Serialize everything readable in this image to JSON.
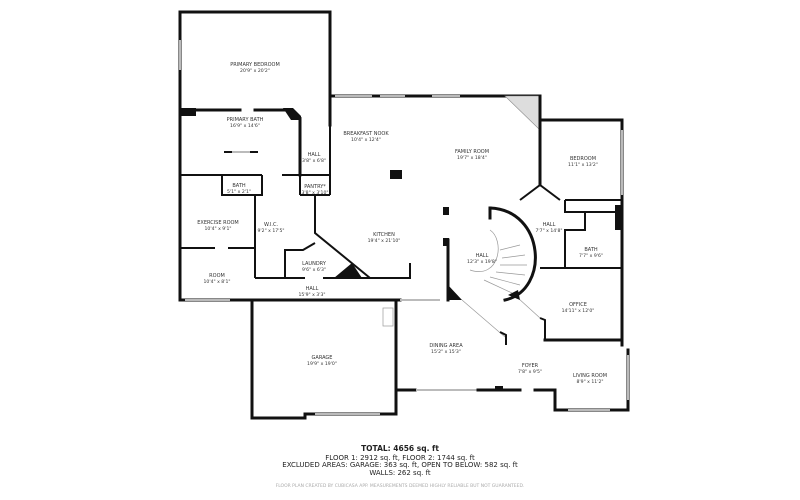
{
  "rooms": {
    "primary_bedroom": {
      "name": "PRIMARY BEDROOM",
      "dims": "20'9\" x 20'2\""
    },
    "primary_bath": {
      "name": "PRIMARY BATH",
      "dims": "16'9\" x 14'6\""
    },
    "hall_upper": {
      "name": "HALL",
      "dims": "3'8\" x 6'8\""
    },
    "breakfast_nook": {
      "name": "BREAKFAST NOOK",
      "dims": "10'4\" x 12'4\""
    },
    "family_room": {
      "name": "FAMILY ROOM",
      "dims": "19'7\" x 18'4\""
    },
    "bedroom": {
      "name": "BEDROOM",
      "dims": "11'1\" x 13'2\""
    },
    "bath_small": {
      "name": "BATH",
      "dims": "5'1\" x 2'1\""
    },
    "pantry": {
      "name": "PANTRY*",
      "dims": "3'8\" x 3'10\""
    },
    "exercise_room": {
      "name": "EXERCISE ROOM",
      "dims": "10'4\" x 9'1\""
    },
    "wic": {
      "name": "W.I.C.",
      "dims": "9'2\" x 17'5\""
    },
    "kitchen": {
      "name": "KITCHEN",
      "dims": "19'4\" x 21'10\""
    },
    "hall_east": {
      "name": "HALL",
      "dims": "7'7\" x 14'8\""
    },
    "hall_stairs": {
      "name": "HALL",
      "dims": "12'3\" x 19'8\""
    },
    "bath_east": {
      "name": "BATH",
      "dims": "7'7\" x 9'6\""
    },
    "laundry": {
      "name": "LAUNDRY",
      "dims": "9'6\" x 6'3\""
    },
    "room": {
      "name": "ROOM",
      "dims": "10'4\" x 8'1\""
    },
    "hall_lower": {
      "name": "HALL",
      "dims": "15'9\" x 3'3\""
    },
    "office": {
      "name": "OFFICE",
      "dims": "14'11\" x 12'0\""
    },
    "garage": {
      "name": "GARAGE",
      "dims": "19'9\" x 19'0\""
    },
    "dining_area": {
      "name": "DINING AREA",
      "dims": "15'2\" x 15'3\""
    },
    "foyer": {
      "name": "FOYER",
      "dims": "7'8\" x 9'5\""
    },
    "living_room": {
      "name": "LIVING ROOM",
      "dims": "8'9\" x 11'2\""
    }
  },
  "summary": {
    "total": "TOTAL: 4656 sq. ft",
    "floors": "FLOOR 1: 2912 sq. ft, FLOOR 2: 1744 sq. ft",
    "excluded": "EXCLUDED AREAS: GARAGE: 363 sq. ft, OPEN TO BELOW: 582 sq. ft",
    "walls": "WALLS: 262 sq. ft",
    "credit": "FLOOR PLAN CREATED BY CUBICASA APP. MEASUREMENTS DEEMED HIGHLY RELIABLE BUT NOT GUARANTEED."
  }
}
